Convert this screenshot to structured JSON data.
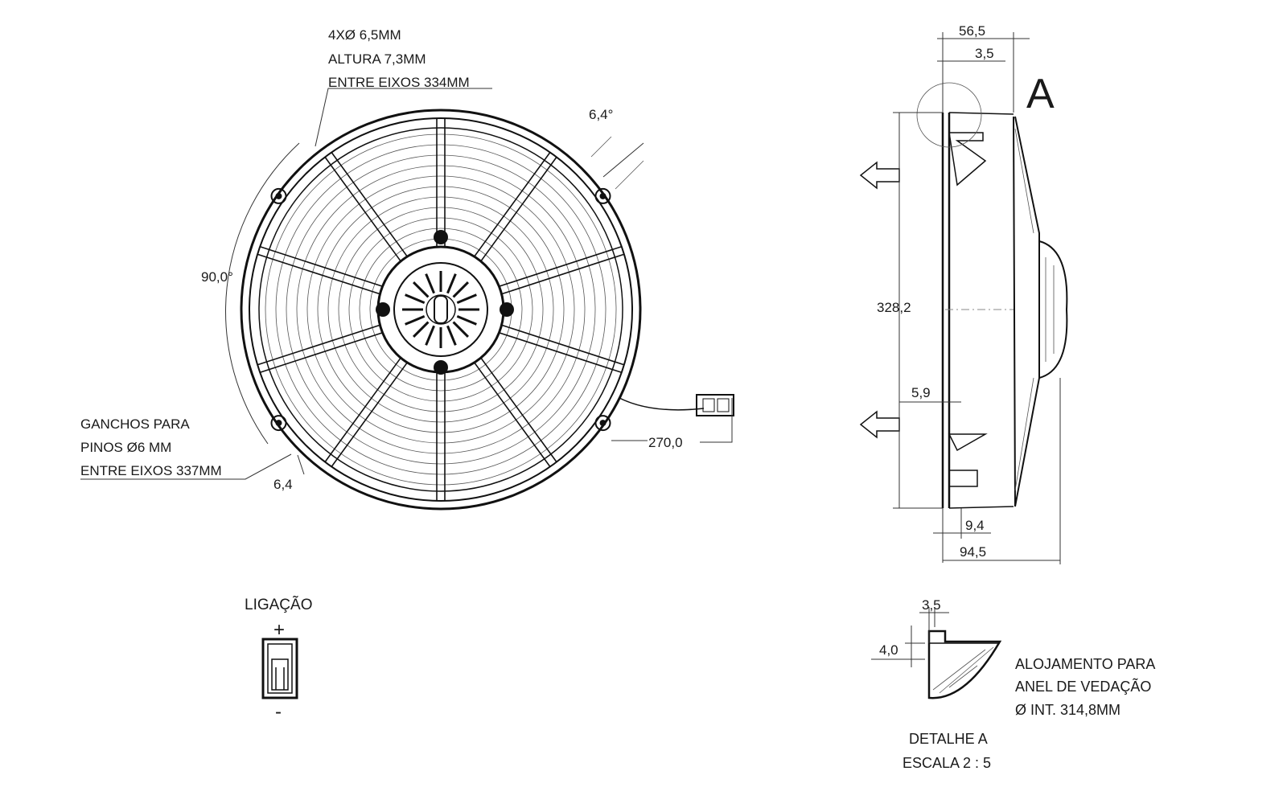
{
  "front_view": {
    "note_holes": [
      "4XØ 6,5MM",
      "ALTURA 7,3MM",
      "ENTRE EIXOS 334MM"
    ],
    "note_hooks": [
      "GANCHOS PARA",
      "PINOS Ø6 MM",
      "ENTRE EIXOS 337MM"
    ],
    "angle_main": "90,0°",
    "angle_small": "6,4°",
    "dim_bottom": "6,4",
    "cable_length": "270,0"
  },
  "side_view": {
    "dim_width": "56,5",
    "dim_flange": "3,5",
    "label_detail": "A",
    "dim_height": "328,2",
    "dim_offset": "5,9",
    "dim_base": "9,4",
    "dim_depth": "94,5"
  },
  "connection": {
    "title": "LIGAÇÃO",
    "plus": "+",
    "minus": "-"
  },
  "detail": {
    "dim_width": "3,5",
    "dim_height": "4,0",
    "note": [
      "ALOJAMENTO PARA",
      "ANEL DE VEDAÇÃO",
      "Ø INT. 314,8MM"
    ],
    "title": "DETALHE A",
    "scale": "ESCALA 2 : 5"
  }
}
